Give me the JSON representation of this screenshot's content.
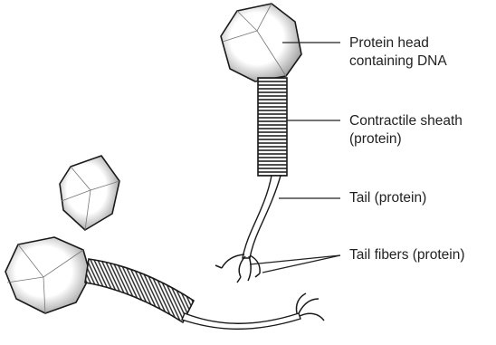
{
  "labels": {
    "head_line1": "Protein head",
    "head_line2": "containing DNA",
    "sheath_line1": "Contractile sheath",
    "sheath_line2": "(protein)",
    "tail": "Tail (protein)",
    "fibers": "Tail fibers (protein)"
  },
  "colors": {
    "ink": "#1a1a1a",
    "background": "#ffffff"
  }
}
